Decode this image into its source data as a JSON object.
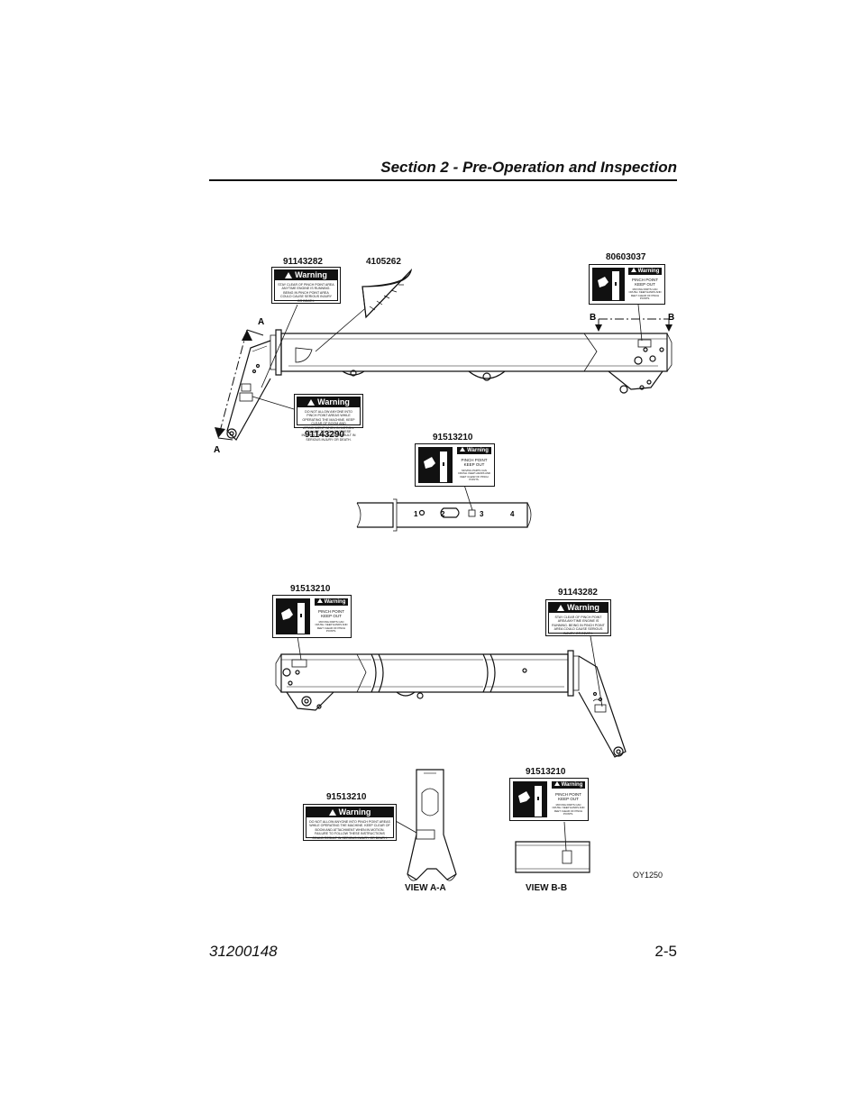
{
  "header": {
    "section_title": "Section 2 - Pre-Operation and Inspection"
  },
  "footer": {
    "doc_number": "31200148",
    "page_number": "2-5"
  },
  "figure": {
    "id": "OY1250",
    "view_a_label": "VIEW A-A",
    "view_b_label": "VIEW B-B",
    "section_marks": {
      "a": "A",
      "b": "B"
    },
    "boom_hole_numbers": [
      "1",
      "2",
      "3",
      "4"
    ]
  },
  "part_numbers": {
    "top_warning_left": "91143282",
    "top_angle_indicator": "4105262",
    "top_pinch_right": "80603037",
    "top_warning_lower": "91143290",
    "middle_pinch": "91513210",
    "bottom_pinch_left": "91513210",
    "bottom_warning_right": "91143282",
    "view_a_warning": "91513210",
    "view_b_pinch": "91513210"
  },
  "decals": {
    "warning_heading": "Warning",
    "warning_text_a": "STAY CLEAR OF PINCH POINT AREA ANYTIME ENGINE IS RUNNING. BEING IN PINCH POINT AREA COULD CAUSE SERIOUS INJURY OR DEATH.",
    "warning_text_b": "STAY CLEAR OF PINCH POINT AREA ANYTIME ENGINE IS RUNNING. BEING IN PINCH POINT AREA COULD CAUSE SERIOUS INJURY OR DEATH.",
    "warning_text_long": "DO NOT ALLOW ANYONE INTO PINCH POINT AREAS WHILE OPERATING THE MACHINE. KEEP CLEAR OF BOOM AND ATTACHMENT WHEN IN MOTION. FAILURE TO FOLLOW THESE INSTRUCTIONS COULD RESULT IN SERIOUS INJURY OR DEATH.",
    "pinch_title": "PINCH POINT KEEP OUT",
    "pinch_sub": "MOVING PARTS CAN CRUSH. KEEP HANDS AND FEET CLEAR OF PINCH POINTS."
  }
}
